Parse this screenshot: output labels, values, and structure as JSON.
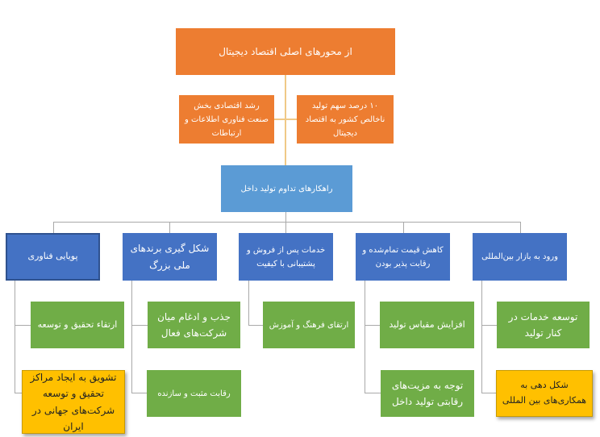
{
  "root": "از محورهای اصلی اقتصاد دیجیتال",
  "sub_left": "رشد اقتصادی بخش صنعت فناوری اطلاعات و ارتباطات",
  "sub_right": "۱۰ درصد سهم تولید ناخالص کشور به اقتصاد دیجیتال",
  "center": "راهکارهای تداوم تولید داخل",
  "branches": [
    {
      "label": "پویایی فناوری",
      "children": [
        "ارتقاء تحقیق و توسعه",
        "تشویق به ایجاد مراکز تحقیق و توسعه شرکت‌های جهانی در ایران"
      ]
    },
    {
      "label": "شکل گیری برندهای ملی بزرگ",
      "children": [
        "جذب و ادغام میان شرکت‌های فعال",
        "رقابت مثبت و سازنده"
      ]
    },
    {
      "label": "خدمات پس از فروش و پشتیبانی با کیفیت",
      "children": [
        "ارتقای فرهنگ و آموزش"
      ]
    },
    {
      "label": "کاهش قیمت تمام‌شده و رقابت پذیر بودن",
      "children": [
        "افزایش مقیاس تولید",
        "توجه به مزیت‌های رقابتی تولید داخل"
      ]
    },
    {
      "label": "ورود به بازار بین‌المللی",
      "children": [
        "توسعه خدمات در کنار تولید",
        "شکل دهی به همکاری‌های بین المللی"
      ]
    }
  ],
  "colors": {
    "orange": "#ED7D31",
    "blue": "#4472C4",
    "light_blue": "#5B9BD5",
    "green": "#70AD47",
    "yellow": "#FFC000"
  }
}
